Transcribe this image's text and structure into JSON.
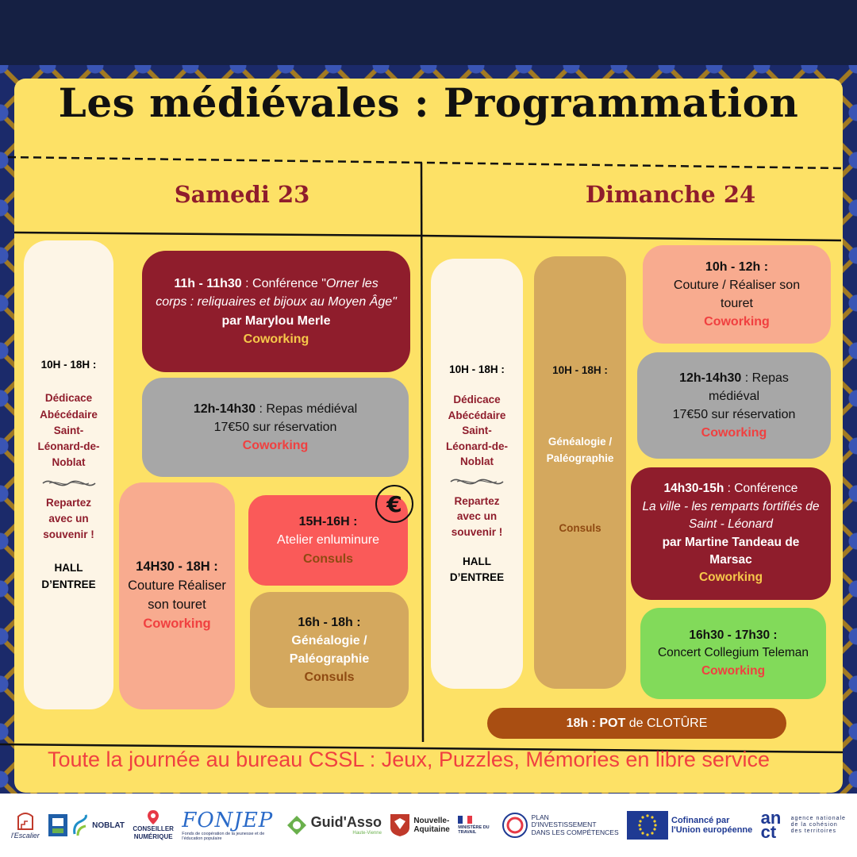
{
  "title": "Les médiévales : Programmation",
  "days": {
    "samedi": "Samedi 23",
    "dimanche": "Dimanche 24"
  },
  "samedi": {
    "hall": {
      "time": "10H - 18H :",
      "line1": "Dédicace",
      "line2": "Abécédaire",
      "line3": "Saint-",
      "line4": "Léonard-de-",
      "line5": "Noblat",
      "souvenir1": "Repartez",
      "souvenir2": "avec un",
      "souvenir3": "souvenir !",
      "place1": "HALL",
      "place2": "D’ENTREE"
    },
    "conf": {
      "time": "11h - 11h30",
      "label": " : Conférence  \"",
      "title_line1": "Orner les",
      "title_line2": "corps : reliquaires et bijoux au Moyen Âge\"",
      "speaker": "par Marylou Merle",
      "place": "Coworking"
    },
    "repas": {
      "time": "12h-14h30",
      "label": " : Repas médiéval",
      "price": "17€50 sur réservation",
      "place": "Coworking"
    },
    "couture": {
      "time": "14H30 - 18H :",
      "line1": "Couture Réaliser",
      "line2": "son touret",
      "place": "Coworking"
    },
    "enlum": {
      "time": "15H-16H :",
      "label": "Atelier enluminure",
      "place": "Consuls",
      "badge": "€"
    },
    "genea": {
      "time": "16h - 18h :",
      "line1": "Généalogie /",
      "line2": "Paléographie",
      "place": "Consuls"
    }
  },
  "dimanche": {
    "hall": {
      "time": "10H - 18H  :",
      "line1": "Dédicace",
      "line2": "Abécédaire",
      "line3": "Saint-",
      "line4": "Léonard-de-",
      "line5": "Noblat",
      "souvenir1": "Repartez",
      "souvenir2": "avec un",
      "souvenir3": "souvenir !",
      "place1": "HALL",
      "place2": "D’ENTREE"
    },
    "genea": {
      "time": "10H - 18H :",
      "line1": "Généalogie /",
      "line2": "Paléographie",
      "place": "Consuls"
    },
    "couture": {
      "time": "10h - 12h :",
      "line1": "Couture / Réaliser son",
      "line2": "touret",
      "place": "Coworking"
    },
    "repas": {
      "time": "12h-14h30",
      "label": " : Repas",
      "line2": "médiéval",
      "price": "17€50 sur réservation",
      "place": "Coworking"
    },
    "conf": {
      "time": "14h30-15h",
      "label": " : Conférence",
      "title_line1": "La ville - les remparts fortifiés de",
      "title_line2": "Saint - Léonard",
      "speaker1": "par Martine Tandeau de",
      "speaker2": "Marsac",
      "place": "Coworking"
    },
    "concert": {
      "time": "16h30 - 17h30 :",
      "label": "Concert Collegium Teleman",
      "place": "Coworking"
    },
    "pot": {
      "time": "18h : POT",
      "label": " de CLOTÛRE"
    }
  },
  "bottom": "Toute la journée au bureau CSSL : Jeux, Puzzles, Mémories en libre service",
  "footer": {
    "escalier": "l'Escalier",
    "noblat": "NOBLAT",
    "conseiller1": "CONSEILLER",
    "conseiller2": "NUMÉRIQUE",
    "fonjep": "FONJEP",
    "fonjep_sub": "Fonds de coopération de la jeunesse et de l'éducation populaire",
    "guidasso": "Guid'Asso",
    "guidasso_sub": "Haute-Vienne",
    "region1": "Nouvelle-",
    "region2": "Aquitaine",
    "ministere": "MINISTÈRE DU TRAVAIL",
    "plan1": "PLAN",
    "plan2": "D'INVESTISSEMENT",
    "plan3": "DANS LES COMPÉTENCES",
    "eu1": "Cofinancé par",
    "eu2": "l'Union européenne",
    "anct": "anct",
    "anct_sub1": "agence nationale",
    "anct_sub2": "de la cohésion",
    "anct_sub3": "des territoires"
  },
  "colors": {
    "card": "#fde166",
    "burgundy": "#8f1d2c",
    "grey": "#a7a7a7",
    "salmon": "#f8ab8f",
    "coral": "#fa5a59",
    "tan": "#d4a85e",
    "cream": "#fdf5e6",
    "green": "#82da5a",
    "brown": "#a94e12",
    "coworking": "#f04040",
    "consuls": "#8f4a12"
  }
}
